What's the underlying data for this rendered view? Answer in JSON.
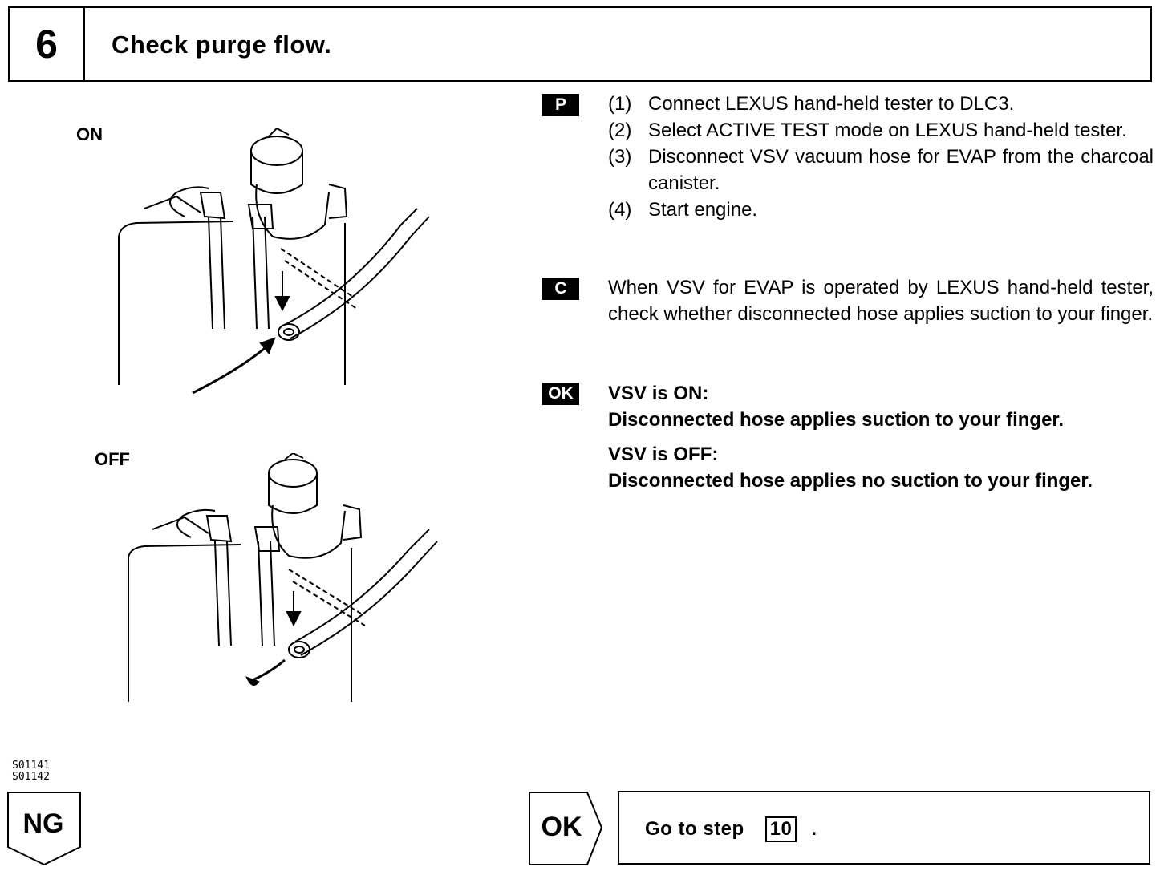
{
  "header": {
    "number": "6",
    "title": "Check purge flow."
  },
  "figures": {
    "on_label": "ON",
    "off_label": "OFF",
    "codes": [
      "S01141",
      "S01142"
    ]
  },
  "tags": {
    "p": "P",
    "c": "C",
    "ok": "OK"
  },
  "procedure": [
    {
      "n": "(1)",
      "text": "Connect LEXUS hand-held tester to DLC3."
    },
    {
      "n": "(2)",
      "text": "Select ACTIVE TEST mode on LEXUS hand-held tester."
    },
    {
      "n": "(3)",
      "text": "Disconnect VSV vacuum hose for EVAP from the charcoal canister."
    },
    {
      "n": "(4)",
      "text": "Start engine."
    }
  ],
  "check_text": "When VSV for EVAP is operated by LEXUS hand-held tester, check whether disconnected hose applies suction to your finger.",
  "ok_result": {
    "on_heading": "VSV is ON:",
    "on_text": "Disconnected hose applies suction to your finger.",
    "off_heading": "VSV is OFF:",
    "off_text": "Disconnected hose applies no suction to your finger."
  },
  "nav": {
    "ng_label": "NG",
    "ok_label": "OK",
    "goto_text": "Go to step",
    "goto_step": "10",
    "goto_end": "."
  }
}
